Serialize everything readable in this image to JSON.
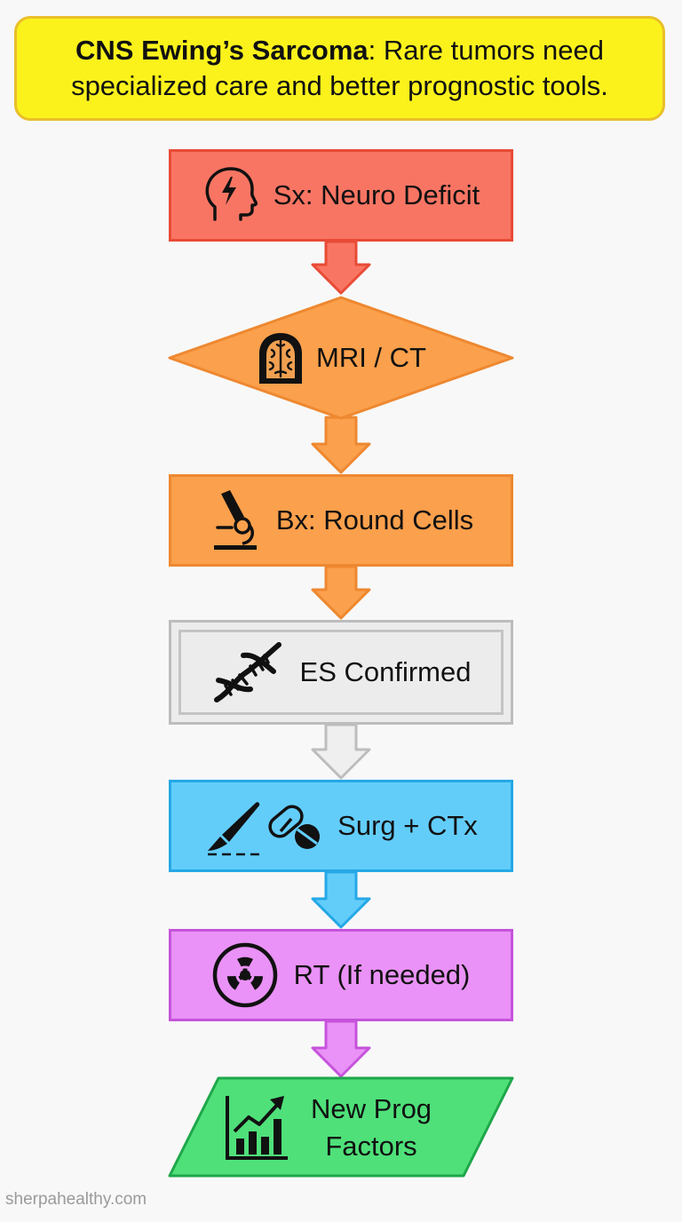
{
  "banner": {
    "title_bold": "CNS Ewing’s Sarcoma",
    "title_rest": ": Rare tumors need",
    "line2": "specialized care and better prognostic tools."
  },
  "steps": [
    {
      "label": "Sx: Neuro Deficit",
      "icon": "head-lightning-icon",
      "color": "#f97563"
    },
    {
      "label": "MRI / CT",
      "icon": "brain-scan-icon",
      "color": "#fba04c"
    },
    {
      "label": "Bx: Round Cells",
      "icon": "microscope-icon",
      "color": "#fba04c"
    },
    {
      "label": "ES Confirmed",
      "icon": "dna-icon",
      "color": "#ececec"
    },
    {
      "label": "Surg + CTx",
      "icon": "scalpel-pill-icon",
      "color": "#63cdfa"
    },
    {
      "label": "RT (If needed)",
      "icon": "radiation-icon",
      "color": "#ea92f7"
    },
    {
      "label_line1": "New Prog",
      "label_line2": "Factors",
      "icon": "rising-chart-icon",
      "color": "#4fe07a"
    }
  ],
  "watermark": "sherpahealthy.com"
}
